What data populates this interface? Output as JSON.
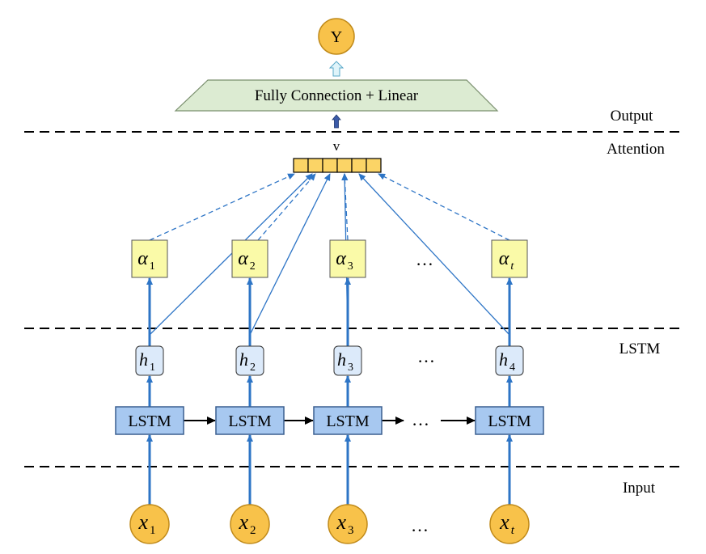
{
  "output_node": {
    "label": "Y"
  },
  "fc_layer": {
    "label": "Fully Connection + Linear"
  },
  "attention_vector": {
    "label": "v",
    "cells": 6
  },
  "section_labels": {
    "output": "Output",
    "attention": "Attention",
    "lstm": "LSTM",
    "input": "Input"
  },
  "alpha_nodes": [
    {
      "symbol": "α",
      "sub": "1"
    },
    {
      "symbol": "α",
      "sub": "2"
    },
    {
      "symbol": "α",
      "sub": "3"
    },
    {
      "symbol": "α",
      "sub": "t"
    }
  ],
  "hidden_nodes": [
    {
      "symbol": "h",
      "sub": "1"
    },
    {
      "symbol": "h",
      "sub": "2"
    },
    {
      "symbol": "h",
      "sub": "3"
    },
    {
      "symbol": "h",
      "sub": "4"
    }
  ],
  "lstm_cells": [
    {
      "label": "LSTM"
    },
    {
      "label": "LSTM"
    },
    {
      "label": "LSTM"
    },
    {
      "label": "LSTM"
    }
  ],
  "input_nodes": [
    {
      "symbol": "x",
      "sub": "1"
    },
    {
      "symbol": "x",
      "sub": "2"
    },
    {
      "symbol": "x",
      "sub": "3"
    },
    {
      "symbol": "x",
      "sub": "t"
    }
  ],
  "ellipsis": "…",
  "colors": {
    "arrow_blue": "#2e75c6",
    "lstm_fill": "#a7c8f0",
    "lstm_stroke": "#3a5f8f",
    "hidden_fill": "#dceafa",
    "alpha_fill": "#fafaa8",
    "input_fill": "#f8c24a",
    "vector_fill": "#fbd466",
    "fc_fill": "#dcebd2",
    "up_arrow_fill": "#dff4fa",
    "small_arrow_fill": "#3b5aa8"
  }
}
